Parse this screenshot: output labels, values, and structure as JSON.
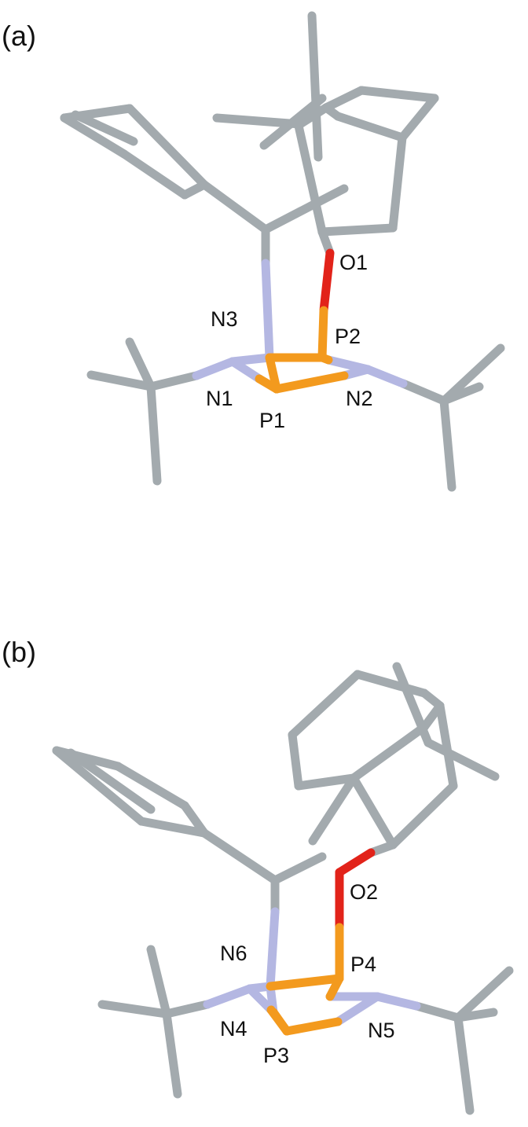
{
  "panels": [
    {
      "label": "(a)",
      "atoms": [
        "O1",
        "N3",
        "P2",
        "N1",
        "N2",
        "P1"
      ]
    },
    {
      "label": "(b)",
      "atoms": [
        "O2",
        "N6",
        "P4",
        "N4",
        "N5",
        "P3"
      ]
    }
  ],
  "colors": {
    "carbon": "#a3aaae",
    "nitrogen": "#b4b7e2",
    "oxygen": "#e2231a",
    "phosphorus": "#f39a1e",
    "label": "#111111"
  }
}
